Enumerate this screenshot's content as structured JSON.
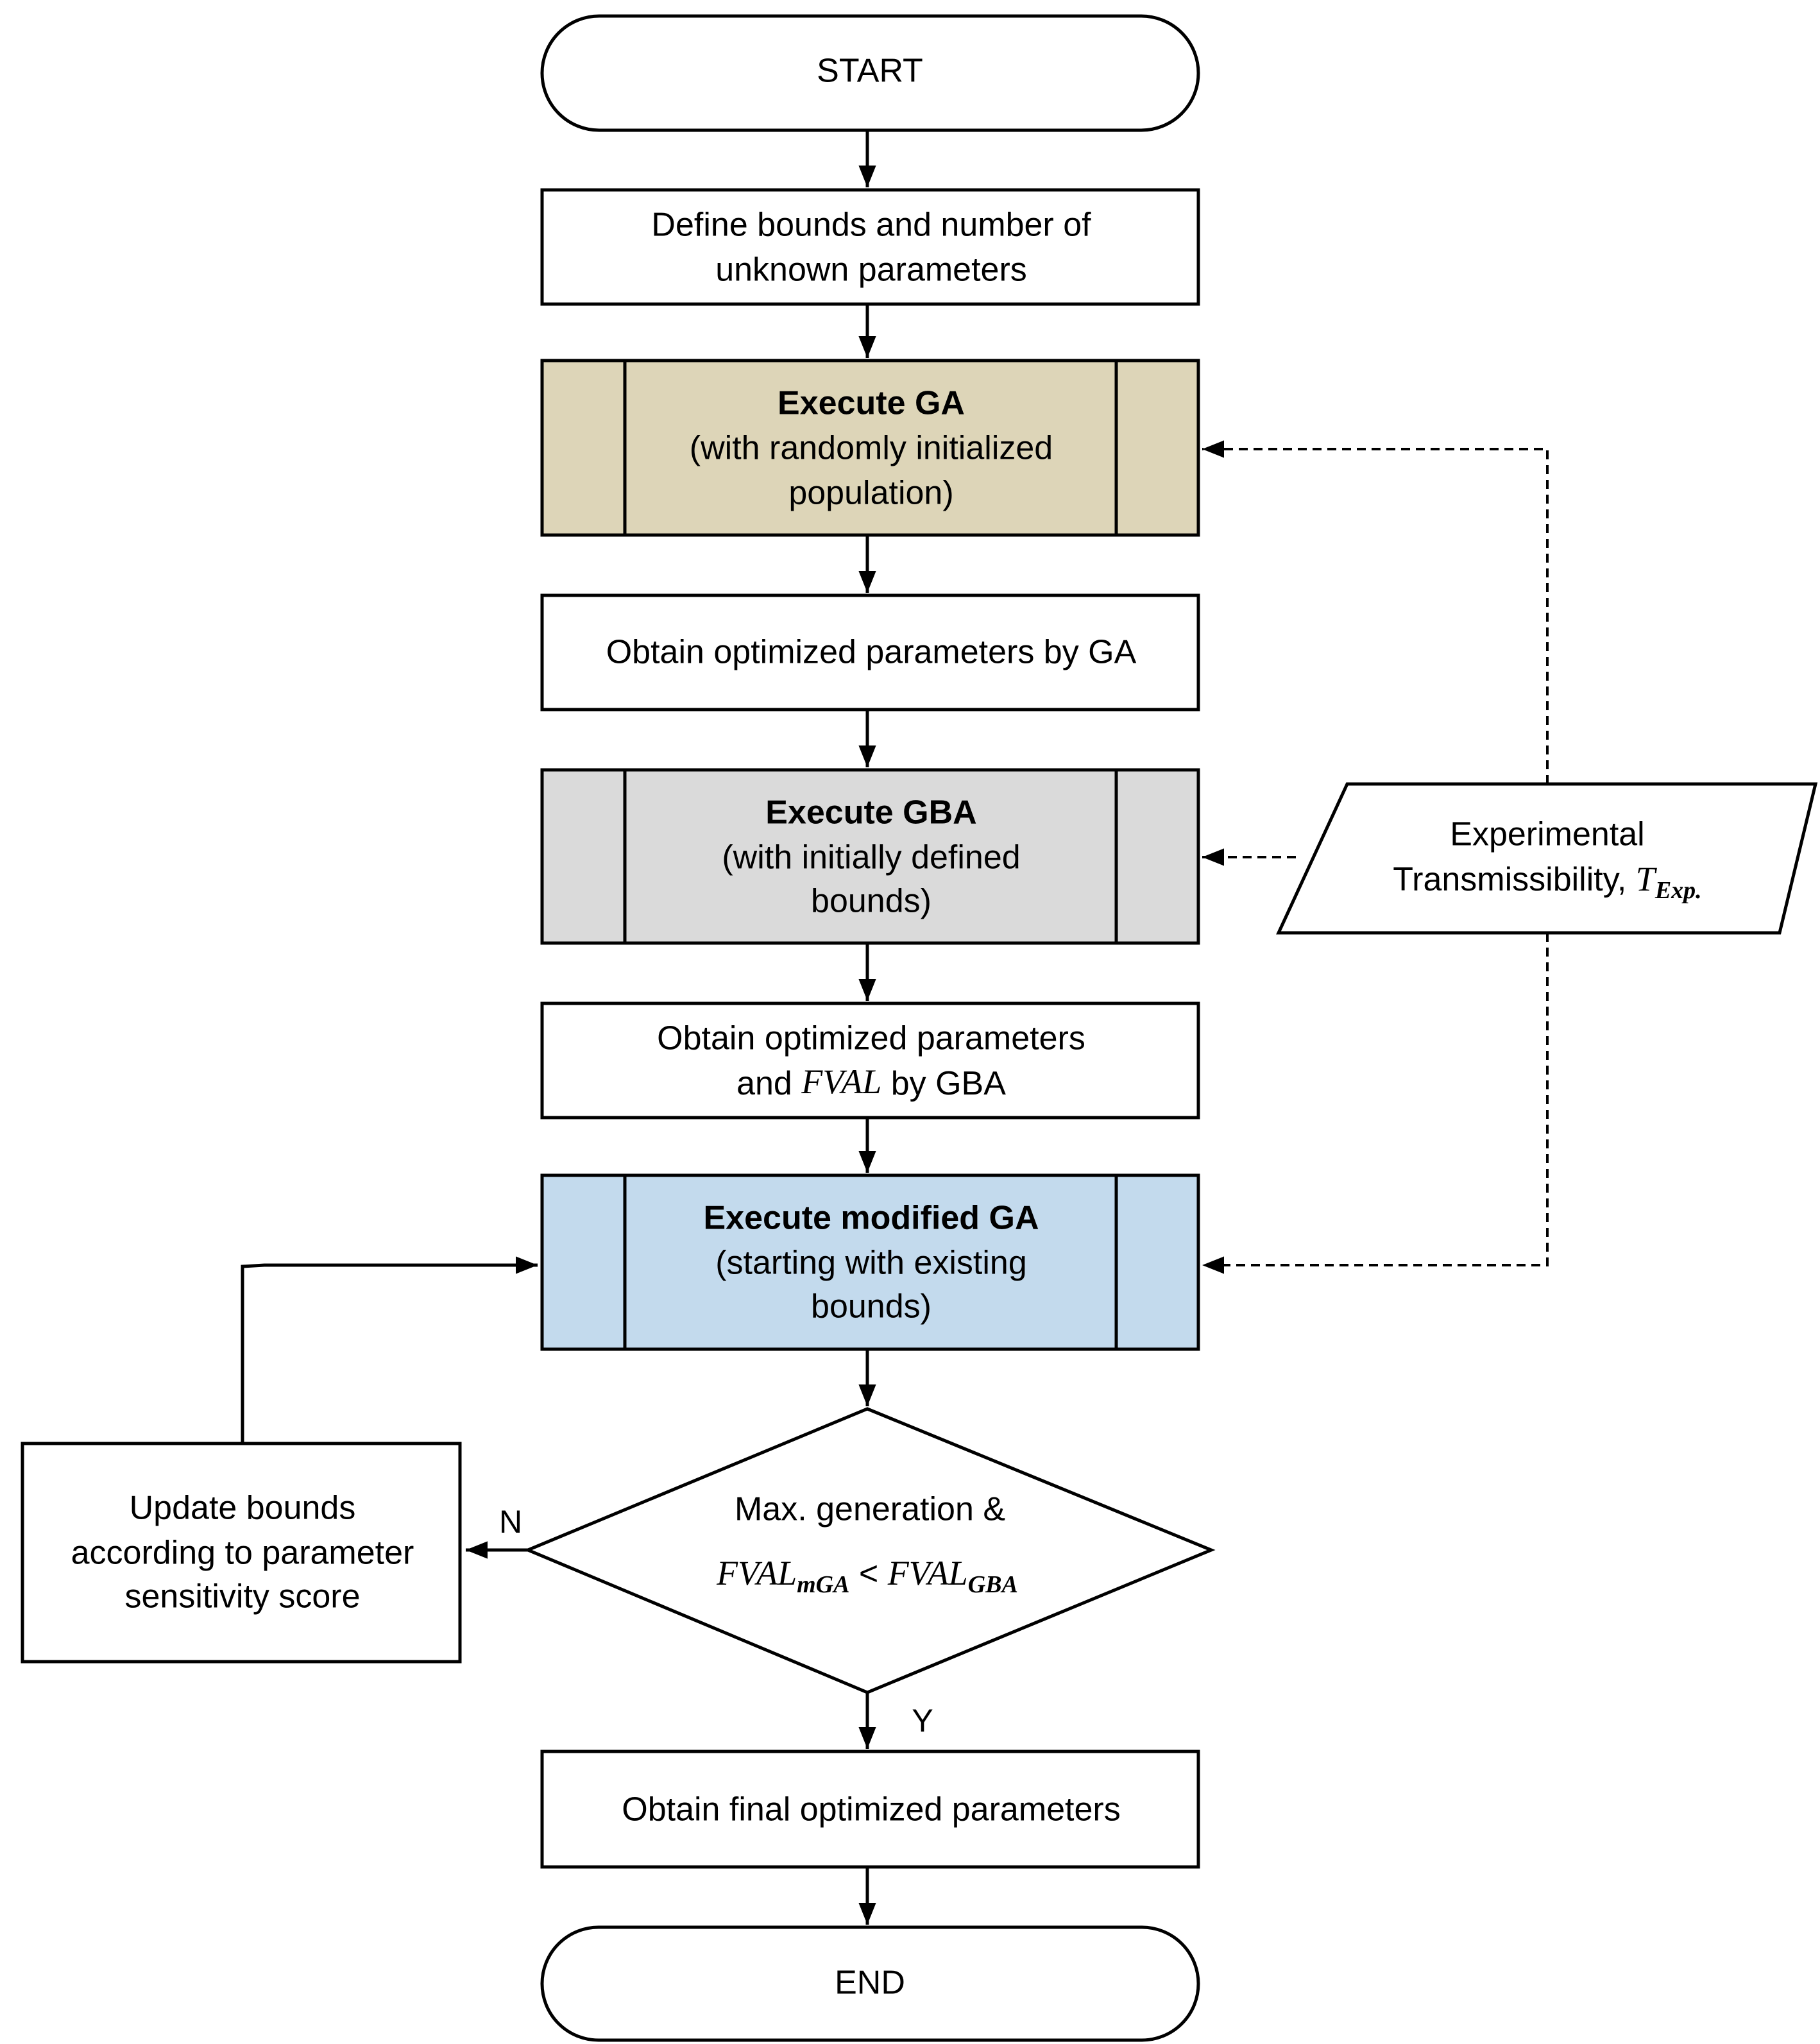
{
  "flowchart": {
    "start": "START",
    "end": "END",
    "define_bounds": [
      "Define bounds and number of",
      "unknown parameters"
    ],
    "execute_ga": {
      "title": "Execute GA",
      "lines": [
        "(with randomly initialized",
        "population)"
      ]
    },
    "obtain_ga": "Obtain optimized parameters by GA",
    "execute_gba": {
      "title": "Execute GBA",
      "lines": [
        "(with initially defined",
        "bounds)"
      ]
    },
    "obtain_gba": {
      "line1": "Obtain optimized parameters",
      "line2_pre": "and ",
      "line2_math": "FVAL",
      "line2_post": " by GBA"
    },
    "execute_mga": {
      "title": "Execute modified GA",
      "lines": [
        "(starting with existing",
        "bounds)"
      ]
    },
    "decision": {
      "line1": "Max. generation &",
      "lhs": "FVAL",
      "lhs_sub": "mGA",
      "op": " < ",
      "rhs": "FVAL",
      "rhs_sub": "GBA"
    },
    "update_bounds": [
      "Update bounds",
      "according to parameter",
      "sensitivity score"
    ],
    "obtain_final": "Obtain final optimized parameters",
    "experimental": {
      "line1": "Experimental",
      "line2_pre": "Transmissibility, ",
      "line2_math": "T",
      "line2_sub": "Exp."
    },
    "label_no": "N",
    "label_yes": "Y",
    "colors": {
      "execute_ga_fill": "#ddd5b8",
      "execute_gba_fill": "#dadada",
      "execute_mga_fill": "#c3daed"
    }
  }
}
